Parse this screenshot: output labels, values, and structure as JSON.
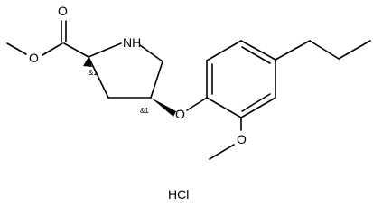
{
  "molecule": {
    "atoms": {
      "carbonyl_o": "O",
      "ester_o": "O",
      "ring_n": "NH",
      "ether_o": "O",
      "methoxy_o": "O"
    },
    "stereo_labels": {
      "c2": "&1",
      "c4": "&1"
    },
    "salt": "HCl"
  },
  "colors": {
    "ink": "#000000",
    "background": "#ffffff"
  }
}
